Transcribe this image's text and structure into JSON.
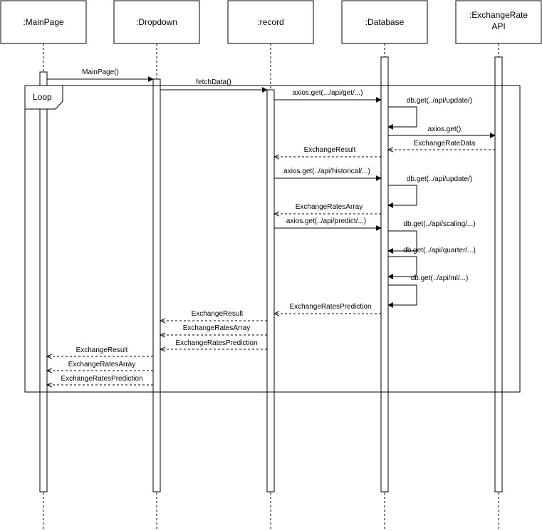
{
  "participants": [
    {
      "id": "mainpage",
      "label": ":MainPage"
    },
    {
      "id": "dropdown",
      "label": ":Dropdown"
    },
    {
      "id": "record",
      "label": ":record"
    },
    {
      "id": "database",
      "label": ":Database"
    },
    {
      "id": "api",
      "label": ":ExchangeRate",
      "label2": "API"
    }
  ],
  "loop": {
    "label": "Loop"
  },
  "messages": [
    {
      "id": "m1",
      "text": "MainPage()",
      "type": "call"
    },
    {
      "id": "m2",
      "text": "fetchData()",
      "type": "call"
    },
    {
      "id": "m3",
      "text": "axios.get(.../api/get/...)",
      "type": "call"
    },
    {
      "id": "m4",
      "text": "db.get(../api/update/)",
      "type": "self"
    },
    {
      "id": "m5",
      "text": "axios.get()",
      "type": "call"
    },
    {
      "id": "m6",
      "text": "ExchangeRateData",
      "type": "return"
    },
    {
      "id": "m7",
      "text": "ExchangeResult",
      "type": "return"
    },
    {
      "id": "m8",
      "text": "axios.get(../api/historical/...)",
      "type": "call"
    },
    {
      "id": "m9",
      "text": "db.get(../api/update/)",
      "type": "self"
    },
    {
      "id": "m10",
      "text": "ExchangeRatesArray",
      "type": "return"
    },
    {
      "id": "m11",
      "text": "axios.get(../api/predict/...)",
      "type": "call"
    },
    {
      "id": "m12",
      "text": "db.get(../api/scaling/...)",
      "type": "self"
    },
    {
      "id": "m13",
      "text": "db.get(../api/quarter/...)",
      "type": "self"
    },
    {
      "id": "m14",
      "text": "db.get(../api/ml/...)",
      "type": "self"
    },
    {
      "id": "m15",
      "text": "ExchangeRatesPrediction",
      "type": "return"
    },
    {
      "id": "m16",
      "text": "ExchangeResult",
      "type": "return"
    },
    {
      "id": "m17",
      "text": "ExchangeRatesArray",
      "type": "return"
    },
    {
      "id": "m18",
      "text": "ExchangeRatesPrediction",
      "type": "return"
    },
    {
      "id": "m19",
      "text": "ExchangeResult",
      "type": "return"
    },
    {
      "id": "m20",
      "text": "ExchangeRatesArray",
      "type": "return"
    },
    {
      "id": "m21",
      "text": "ExchangeRatesPrediction",
      "type": "return"
    }
  ]
}
